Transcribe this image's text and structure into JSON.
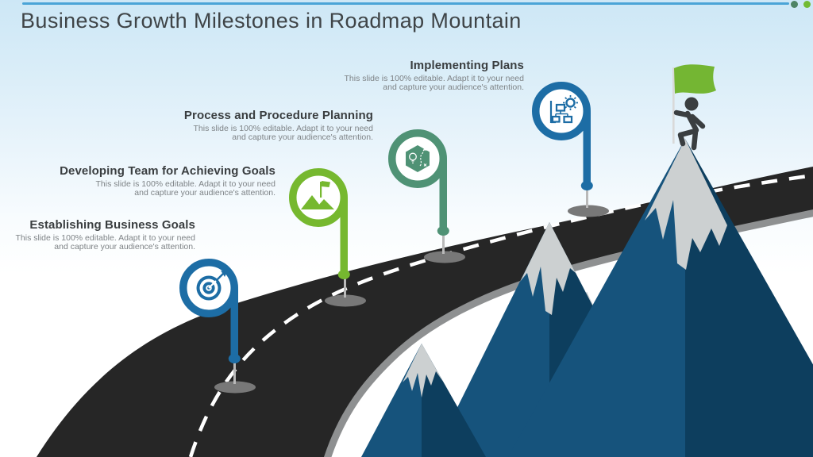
{
  "slide": {
    "title": "Business Growth Milestones in Roadmap Mountain"
  },
  "decor": {
    "topline_color": "#4aa4d7",
    "dot1_color": "#4e8465",
    "dot2_color": "#72bb34"
  },
  "milestones": [
    {
      "title": "Establishing Business Goals",
      "desc_line1": "This slide is 100% editable. Adapt it to your need",
      "desc_line2": "and capture your audience's attention.",
      "color": "#1d6da5",
      "icon": "target-icon"
    },
    {
      "title": "Developing Team for Achieving Goals",
      "desc_line1": "This slide is 100% editable. Adapt it to your need",
      "desc_line2": "and capture your audience's attention.",
      "color": "#76b82f",
      "icon": "mountain-flag-icon"
    },
    {
      "title": "Process and Procedure Planning",
      "desc_line1": "This slide is 100% editable. Adapt it to your need",
      "desc_line2": "and capture your audience's attention.",
      "color": "#4f9275",
      "icon": "idea-strategy-icon"
    },
    {
      "title": "Implementing Plans",
      "desc_line1": "This slide is 100% editable. Adapt it to your need",
      "desc_line2": "and capture your audience's attention.",
      "color": "#1d6da5",
      "icon": "workflow-gear-icon"
    }
  ],
  "scene": {
    "road_color": "#262626",
    "road_edge_color": "#8e9091",
    "dash_color": "#ffffff",
    "mountain_light": "#16537c",
    "mountain_dark": "#0d3e5e",
    "snow_color": "#ccd0d1",
    "flag_color": "#74b633",
    "pole_color": "#d9d9d9",
    "climber_color": "#3a3e40",
    "needle_color": "#b9b9b9",
    "pin_base_color": "#787878"
  }
}
